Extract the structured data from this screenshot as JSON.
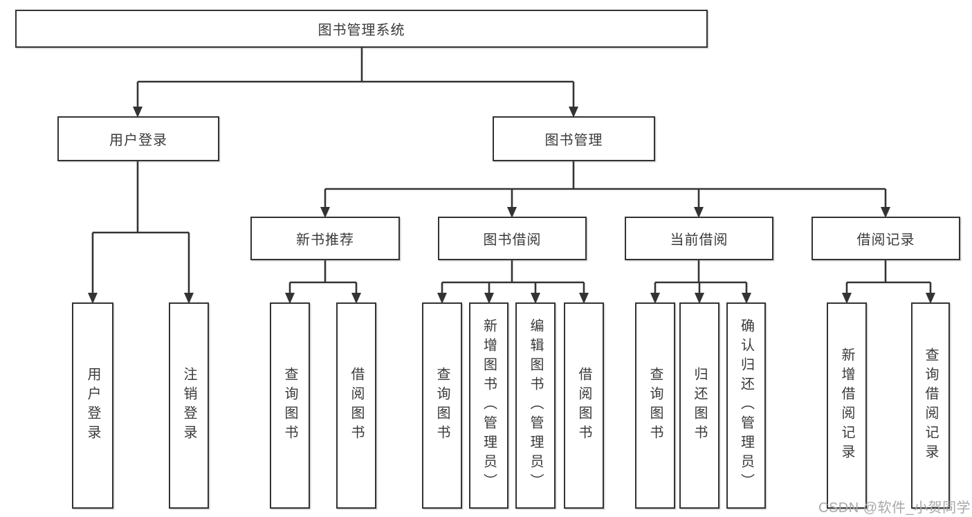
{
  "diagram": {
    "title": "图书管理系统",
    "branches": [
      {
        "label": "用户登录",
        "children": [
          {
            "label": "用户登录"
          },
          {
            "label": "注销登录"
          }
        ]
      },
      {
        "label": "图书管理",
        "children": [
          {
            "label": "新书推荐",
            "children": [
              {
                "label": "查询图书"
              },
              {
                "label": "借阅图书"
              }
            ]
          },
          {
            "label": "图书借阅",
            "children": [
              {
                "label": "查询图书"
              },
              {
                "label": "新增图书（管理员）"
              },
              {
                "label": "编辑图书（管理员）"
              },
              {
                "label": "借阅图书"
              }
            ]
          },
          {
            "label": "当前借阅",
            "children": [
              {
                "label": "查询图书"
              },
              {
                "label": "归还图书"
              },
              {
                "label": "确认归还（管理员）"
              }
            ]
          },
          {
            "label": "借阅记录",
            "children": [
              {
                "label": "新增借阅记录"
              },
              {
                "label": "查询借阅记录"
              }
            ]
          }
        ]
      }
    ]
  },
  "watermark": {
    "text": "CSDN @软件_小贺同学"
  },
  "colors": {
    "line": "#333333",
    "text": "#3a3a3a",
    "background": "#ffffff",
    "watermark": "#a8a8a8"
  }
}
